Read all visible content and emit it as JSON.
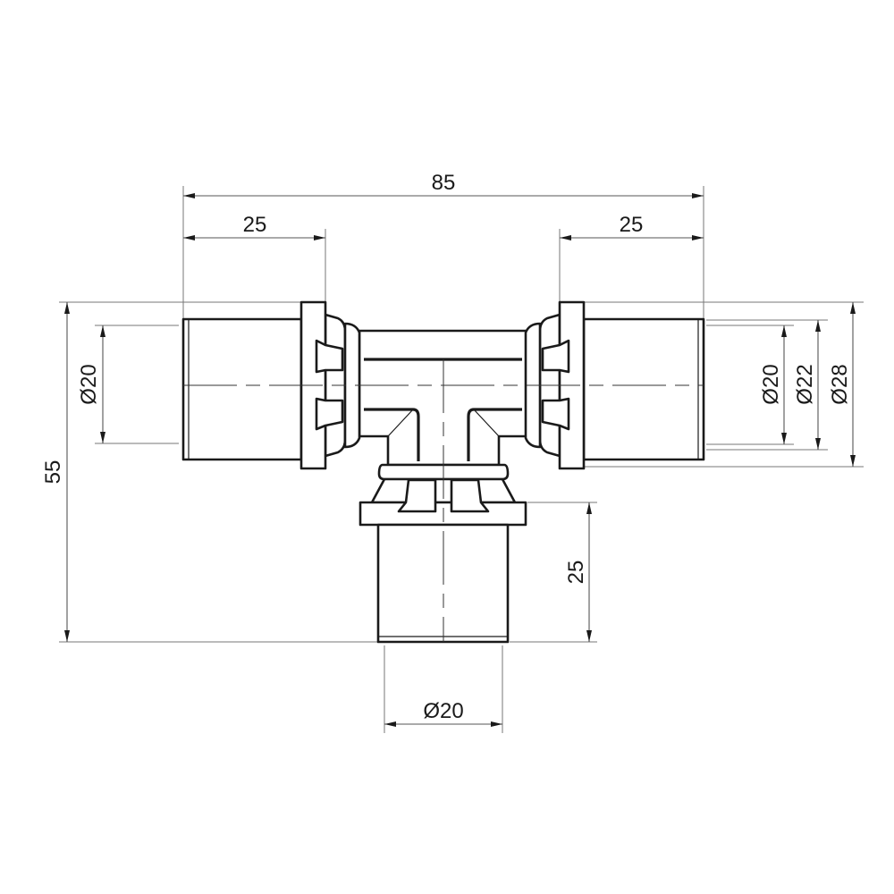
{
  "drawing": {
    "subject": "tee fitting technical drawing",
    "colors": {
      "line": "#1a1a1a",
      "dimension": "#555555",
      "background": "#ffffff"
    }
  },
  "dimensions": {
    "overall_length": "85",
    "left_insert_length": "25",
    "right_insert_length": "25",
    "overall_height": "55",
    "left_inner_diameter": "Ø20",
    "right_inner_diameter": "Ø20",
    "right_pipe_diameter": "Ø22",
    "right_flange_diameter": "Ø28",
    "branch_insert_length": "25",
    "branch_inner_diameter": "Ø20"
  }
}
